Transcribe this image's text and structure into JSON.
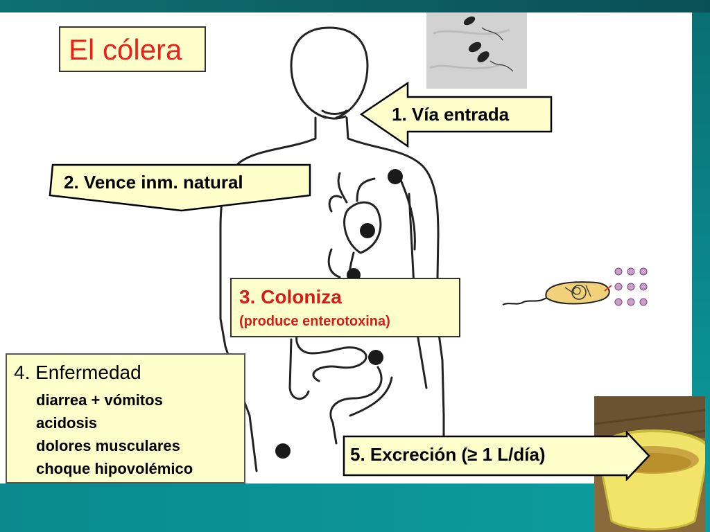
{
  "title": "El cólera",
  "steps": [
    {
      "label": "1. Vía entrada"
    },
    {
      "label": "2. Vence inm. natural"
    },
    {
      "label": "3. Coloniza",
      "sub": "(produce enterotoxina)"
    },
    {
      "label": "4. Enfermedad",
      "items": [
        "diarrea + vómitos",
        "acidosis",
        "dolores musculares",
        "choque hipovolémico"
      ]
    },
    {
      "label": "5. Excreción (≥ 1 L/día)"
    }
  ],
  "colors": {
    "title_text": "#e8221b",
    "step3_text": "#d81b17",
    "box_fill": "#ffffcc",
    "background": "#0a8f92"
  }
}
